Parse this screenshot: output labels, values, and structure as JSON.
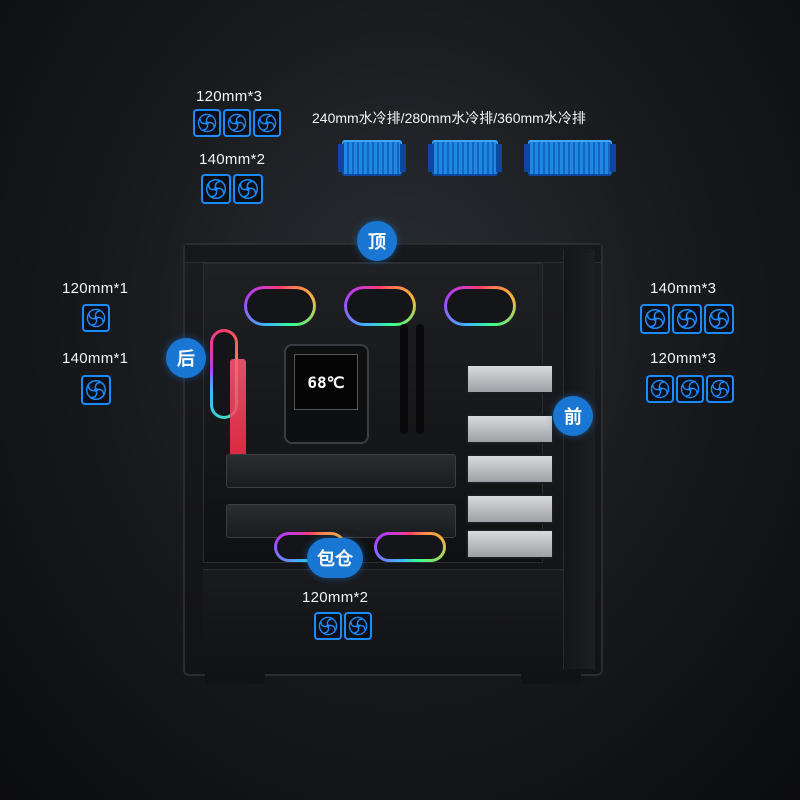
{
  "top_fans": {
    "label_120": "120mm*3",
    "count_120": 3,
    "label_140": "140mm*2",
    "count_140": 2
  },
  "radiators": {
    "label": "240mm水冷排/280mm水冷排/360mm水冷排"
  },
  "rear_fans": {
    "label_120": "120mm*1",
    "count_120": 1,
    "label_140": "140mm*1",
    "count_140": 1
  },
  "front_fans": {
    "label_140": "140mm*3",
    "count_140": 3,
    "label_120": "120mm*3",
    "count_120": 3
  },
  "bottom_fans": {
    "label_120": "120mm*2",
    "count_120": 2
  },
  "badges": {
    "top": "顶",
    "rear": "后",
    "front": "前",
    "bottom": "包仓"
  },
  "case": {
    "screen_text": "68℃"
  },
  "colors": {
    "accent": "#1976d2",
    "fan_icon_border": "#1a8cff",
    "radiator": "#1e88e5"
  },
  "icons": [
    "fan-icon",
    "radiator-icon"
  ]
}
